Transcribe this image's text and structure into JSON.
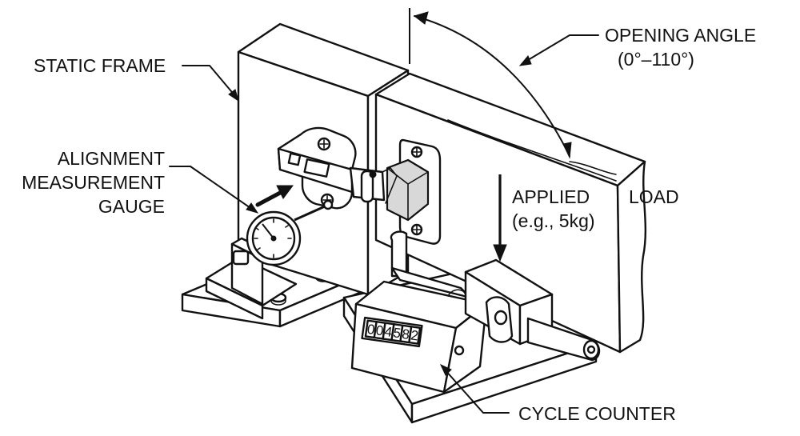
{
  "labels": {
    "static_frame": "STATIC FRAME",
    "alignment_1": "ALIGNMENT",
    "alignment_2": "MEASUREMENT",
    "alignment_3": "GAUGE",
    "opening_angle_1": "OPENING ANGLE",
    "opening_angle_2": "(0°–110°)",
    "applied_1": "APPLIED",
    "applied_2": "(e.g., 5kg)",
    "load": "LOAD",
    "cycle_counter": "CYCLE COUNTER"
  },
  "counter_digits": [
    "0",
    "0",
    "4",
    "5",
    "8",
    "2"
  ],
  "colors": {
    "ink": "#111111",
    "paper": "#ffffff"
  }
}
